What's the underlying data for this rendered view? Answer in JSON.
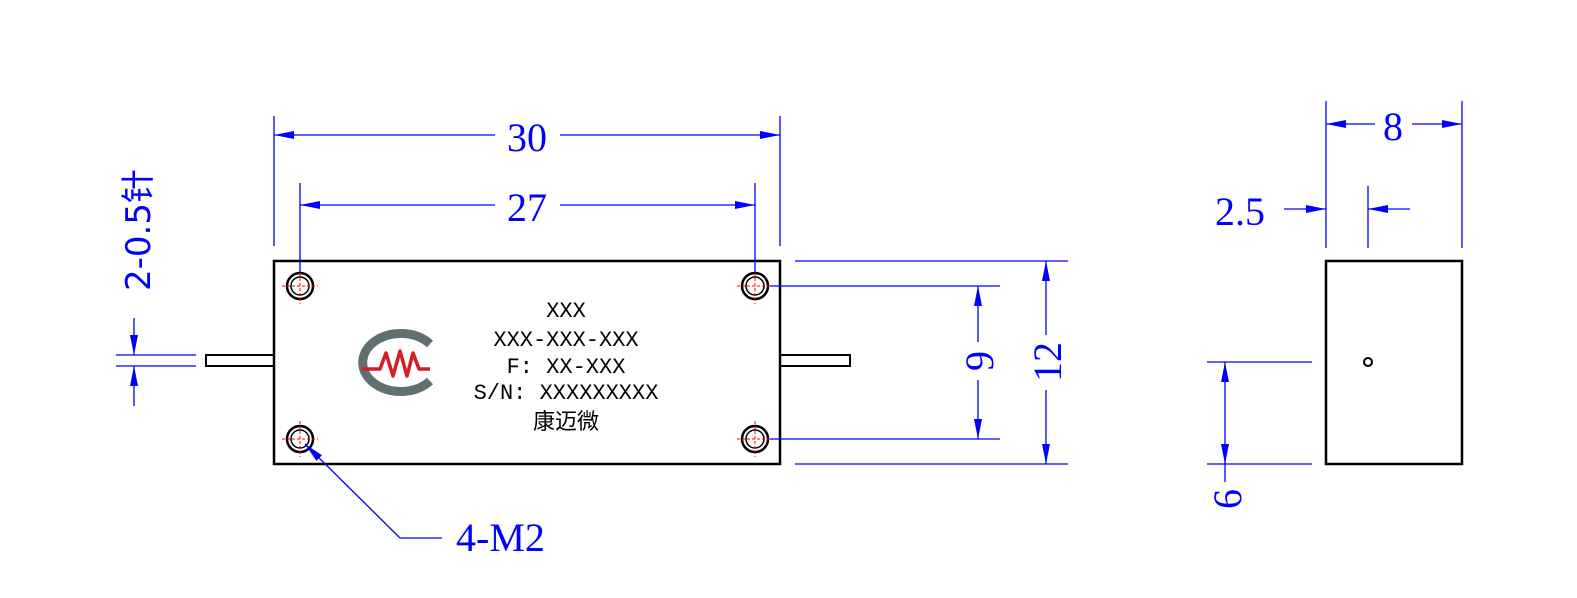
{
  "dimensions": {
    "length": "30",
    "hole_spacing_x": "27",
    "hole_spacing_y": "9",
    "width": "12",
    "depth": "8",
    "pin_offset_top": "2.5",
    "pin_offset_bottom": "6",
    "pin_spec": "2-0.5针",
    "screw_holes": "4-M2"
  },
  "label": {
    "line1": "XXX",
    "line2": "XXX-XXX-XXX",
    "line3": "F: XX-XXX",
    "line4": "S/N: XXXXXXXXX",
    "line5": "康迈微"
  },
  "colors": {
    "dimension": "#0000ff",
    "outline": "#000000",
    "centerline": "#ff0000",
    "logo_gray": "#607070",
    "logo_red": "#d02020"
  }
}
